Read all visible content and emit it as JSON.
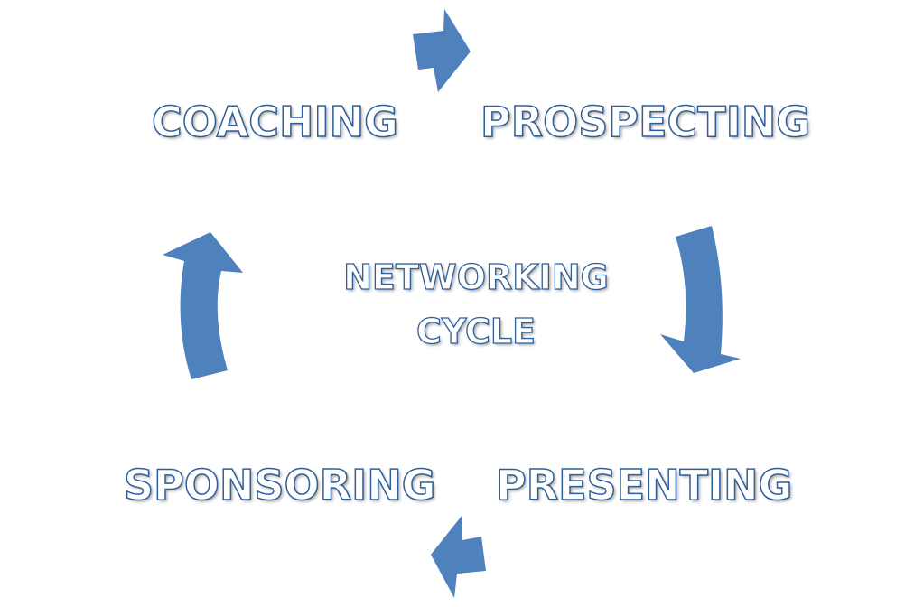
{
  "diagram": {
    "center": {
      "line1": "NETWORKING",
      "line2": "CYCLE"
    },
    "stages": {
      "coaching": "COACHING",
      "prospecting": "PROSPECTING",
      "presenting": "PRESENTING",
      "sponsoring": "SPONSORING"
    },
    "colors": {
      "arrow_fill": "#4f81bd",
      "text_outline": "#2e5f99",
      "text_fill": "#ffffff",
      "background": "#ffffff"
    },
    "arrows": [
      {
        "from": "COACHING",
        "to": "PROSPECTING",
        "icon": "arrow-right-icon"
      },
      {
        "from": "PROSPECTING",
        "to": "PRESENTING",
        "icon": "curved-arrow-down-icon"
      },
      {
        "from": "PRESENTING",
        "to": "SPONSORING",
        "icon": "arrow-left-icon"
      },
      {
        "from": "SPONSORING",
        "to": "COACHING",
        "icon": "curved-arrow-up-icon"
      }
    ]
  }
}
